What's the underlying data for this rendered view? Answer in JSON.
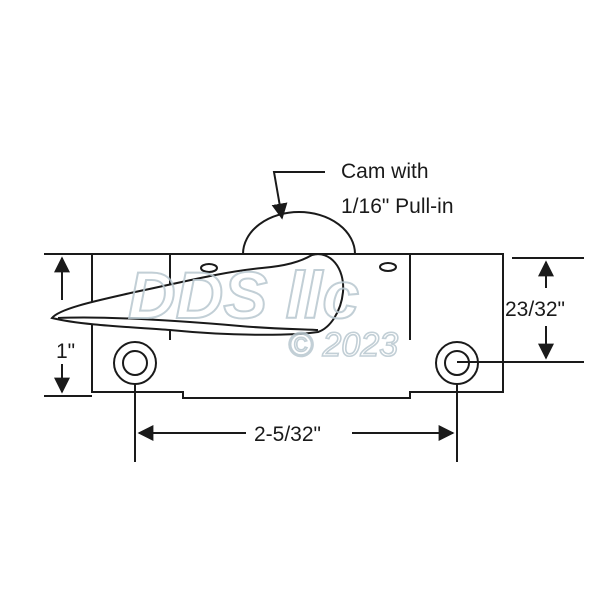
{
  "labels": {
    "cam_line1": "Cam with",
    "cam_line2": "1/16\" Pull-in",
    "height": "1\"",
    "offset": "23/32\"",
    "hole_spacing": "2-5/32\""
  },
  "watermark": {
    "line1": "DDS llc",
    "line2": "© 2023"
  },
  "colors": {
    "line": "#1a1a1a",
    "watermark": "#b8c7cf",
    "background": "#ffffff"
  }
}
